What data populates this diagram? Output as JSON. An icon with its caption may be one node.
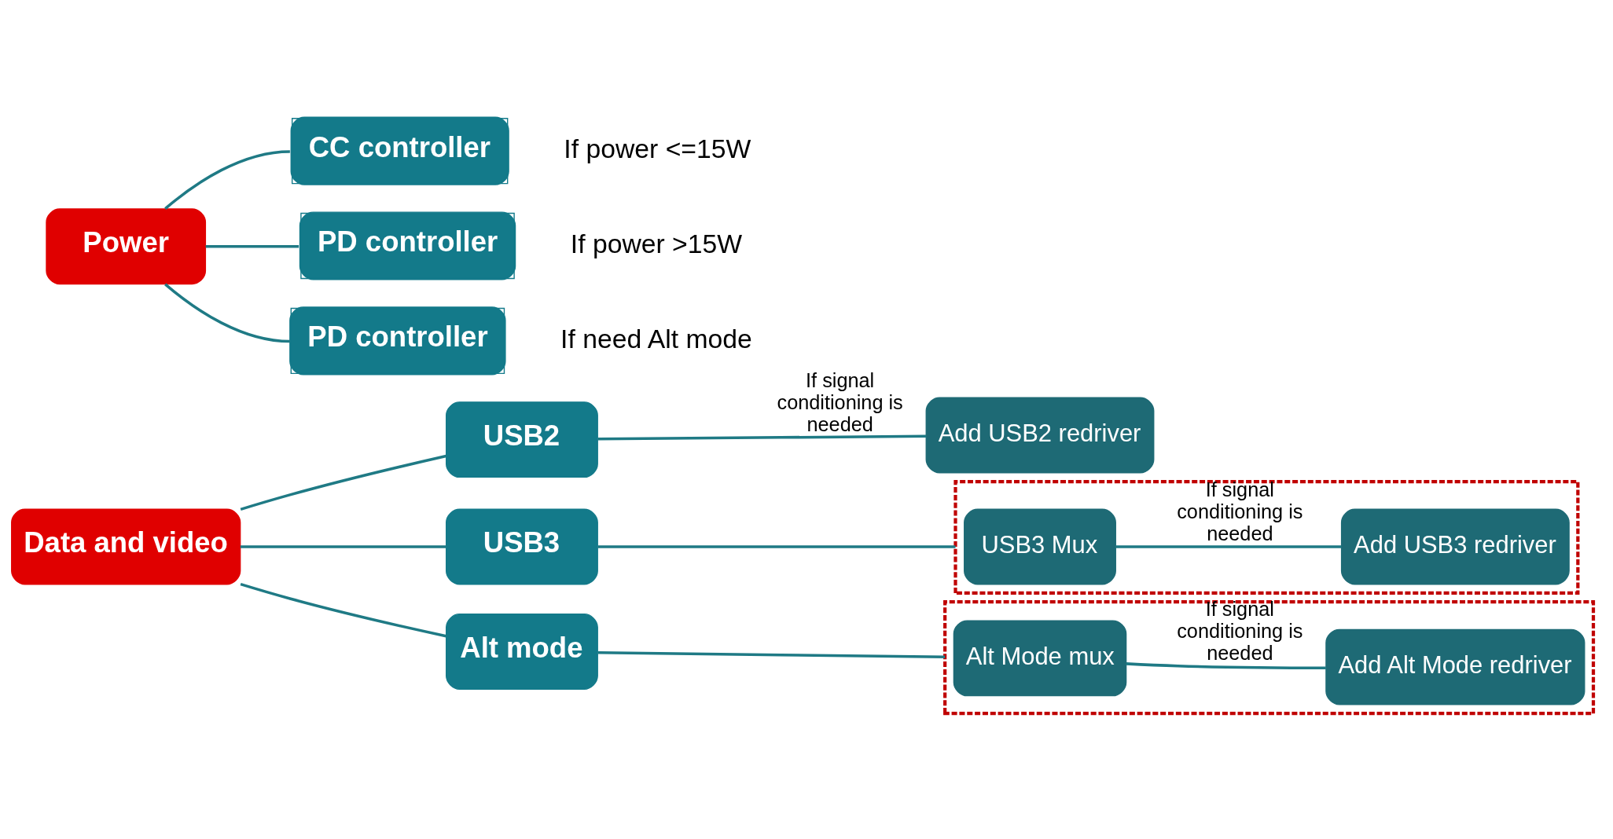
{
  "diagram": {
    "nodes": [
      {
        "text": [
          "Data and video"
        ]
      },
      {
        "text": [
          "USB2"
        ]
      },
      {
        "text": [
          "USB3"
        ]
      },
      {
        "text": [
          "Alt mode"
        ]
      },
      {
        "text": [
          "Add USB2 redriver"
        ]
      },
      {
        "text": [],
        "shape": "box"
      },
      {
        "text": [
          "USB3 Mux"
        ],
        "in": 5
      },
      {
        "text": [
          "Add USB3 redriver"
        ],
        "in": 5
      },
      {
        "text": [],
        "shape": "box"
      },
      {
        "text": [
          "Alt Mode mux"
        ],
        "in": 8
      },
      {
        "text": [
          "Add Alt Mode redriver"
        ],
        "in": 8
      },
      {
        "text": [
          "Power"
        ]
      },
      {
        "text": [
          "CC controller"
        ],
        "beside": [
          "If power <=15W"
        ]
      },
      {
        "text": [
          "PD controller"
        ],
        "beside": [
          "If power >15W"
        ]
      },
      {
        "text": [
          "PD controller"
        ],
        "beside": [
          "If need Alt mode"
        ]
      }
    ],
    "edges": [
      {
        "from": 0,
        "to": 1,
        "arrow": "none"
      },
      {
        "from": 0,
        "to": 2,
        "arrow": "none"
      },
      {
        "from": 0,
        "to": 3,
        "arrow": "none"
      },
      {
        "from": 1,
        "to": 4,
        "arrow": "none",
        "label": "If signal conditioning is needed"
      },
      {
        "from": 2,
        "to": 5,
        "arrow": "none"
      },
      {
        "from": 6,
        "to": 7,
        "arrow": "none",
        "label": "If signal conditioning is needed"
      },
      {
        "from": 3,
        "to": 8,
        "arrow": "none"
      },
      {
        "from": 9,
        "to": 10,
        "arrow": "none",
        "label": "If signal conditioning is needed"
      },
      {
        "from": 11,
        "to": 12,
        "arrow": "none"
      },
      {
        "from": 11,
        "to": 13,
        "arrow": "none"
      },
      {
        "from": 11,
        "to": 14,
        "arrow": "none"
      }
    ]
  }
}
